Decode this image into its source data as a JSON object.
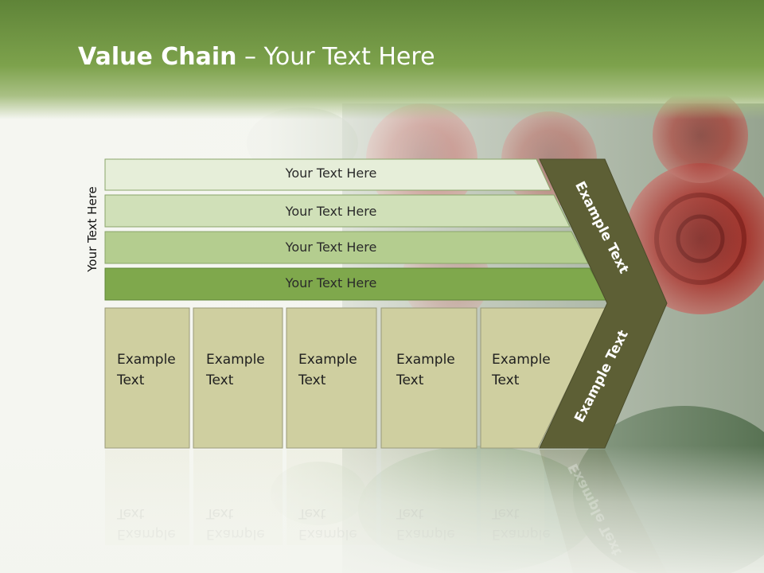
{
  "slide": {
    "title_bold": "Value Chain",
    "title_rest": " – Your Text Here",
    "side_label": "Your Text Here"
  },
  "bars": [
    {
      "label": "Your Text Here",
      "color": "#e6eed9"
    },
    {
      "label": "Your Text Here",
      "color": "#d0e0b8"
    },
    {
      "label": "Your Text Here",
      "color": "#b4cd8f"
    },
    {
      "label": "Your Text Here",
      "color": "#7fa84c"
    }
  ],
  "boxes": [
    {
      "line1": "Example",
      "line2": "Text"
    },
    {
      "line1": "Example",
      "line2": "Text"
    },
    {
      "line1": "Example",
      "line2": "Text"
    },
    {
      "line1": "Example",
      "line2": "Text"
    },
    {
      "line1": "Example",
      "line2": "Text"
    }
  ],
  "chevron": {
    "upper_text": "Example Text",
    "lower_text": "Example Text",
    "color": "#5d5f35"
  },
  "colors": {
    "header": "#6e9542",
    "box_fill": "#cfcfa0",
    "rose": "#9e1f1a",
    "leaf": "#5b7a4a"
  }
}
